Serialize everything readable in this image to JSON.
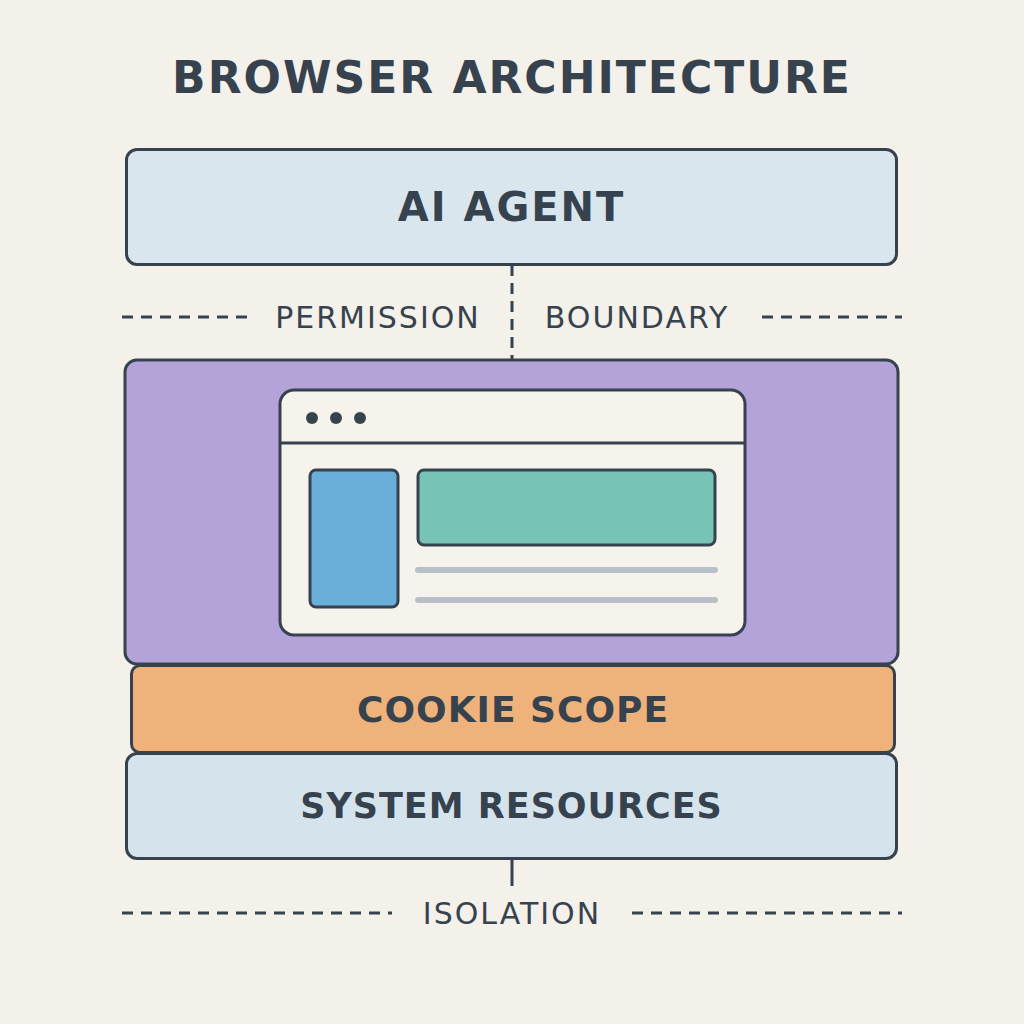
{
  "diagram": {
    "title": "BROWSER ARCHITECTURE",
    "nodes": [
      {
        "text": [
          "AI AGENT"
        ]
      },
      {
        "text": [
          "COOKIE SCOPE"
        ]
      },
      {
        "text": [
          "SYSTEM RESOURCES"
        ]
      }
    ],
    "labels": [
      "PERMISSION",
      "BOUNDARY",
      "ISOLATION"
    ]
  }
}
